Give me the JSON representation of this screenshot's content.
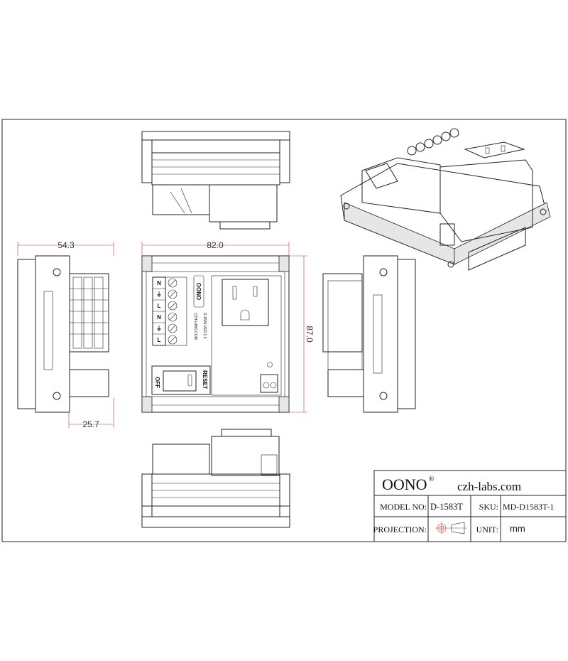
{
  "dimensions": {
    "width": "82.0",
    "height": "87.0",
    "depth": "54.3",
    "rail_offset": "25.7"
  },
  "front_panel": {
    "terminal_labels": [
      "N",
      "⏚",
      "L",
      "N",
      "⏚",
      "L"
    ],
    "logo": "OONO",
    "pcb_text_1": "D-1583 VER:1.0",
    "pcb_text_2": "CZH-LABS.COM",
    "switch_off": "OFF",
    "switch_reset": "RESET"
  },
  "title_block": {
    "brand": "OONO",
    "brand_mark": "®",
    "website": "czh-labs.com",
    "model_label": "MODEL NO:",
    "model_value": "D-1583T",
    "sku_label": "SKU:",
    "sku_value": "MD-D1583T-1",
    "projection_label": "PROJECTION:",
    "unit_label": "UNIT:",
    "unit_value": "mm"
  },
  "colors": {
    "line": "#222222",
    "dimension": "#c0392b"
  }
}
